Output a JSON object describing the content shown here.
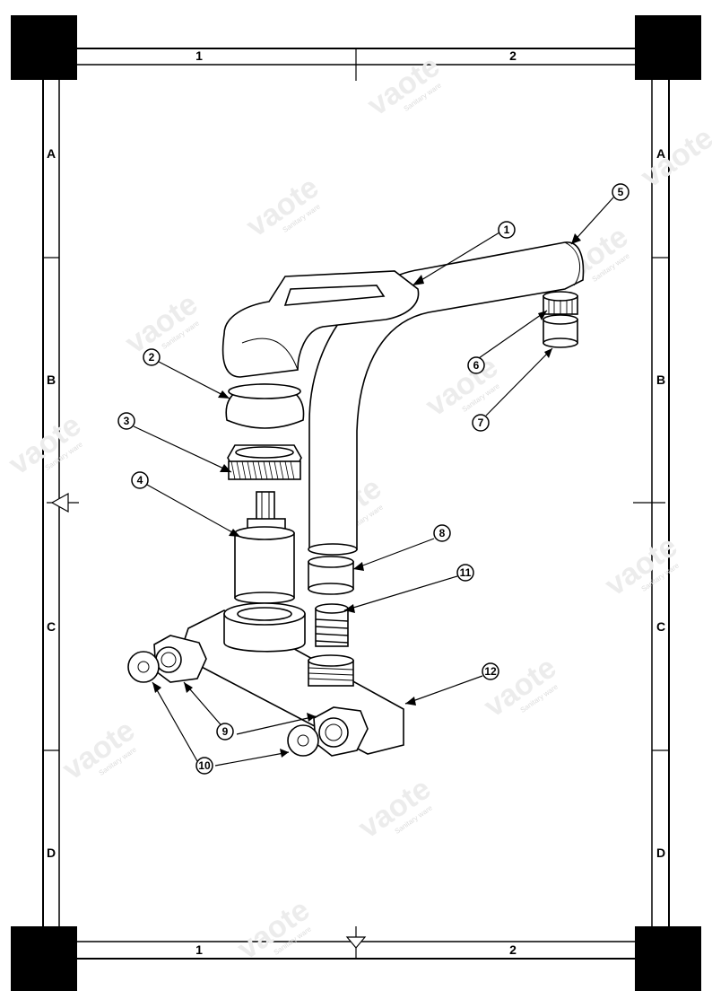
{
  "zones": {
    "columns": [
      "1",
      "2"
    ],
    "rows": [
      "A",
      "B",
      "C",
      "D"
    ]
  },
  "watermark": {
    "text": "vaote",
    "subtitle": "Sanitary ware",
    "accent": "#e85a8a"
  },
  "callouts": [
    {
      "id": "c1",
      "label": "1"
    },
    {
      "id": "c2",
      "label": "2"
    },
    {
      "id": "c3",
      "label": "3"
    },
    {
      "id": "c4",
      "label": "4"
    },
    {
      "id": "c5",
      "label": "5"
    },
    {
      "id": "c6",
      "label": "6"
    },
    {
      "id": "c7",
      "label": "7"
    },
    {
      "id": "c8",
      "label": "8"
    },
    {
      "id": "c9",
      "label": "9"
    },
    {
      "id": "c10",
      "label": "10"
    },
    {
      "id": "c11",
      "label": "11"
    },
    {
      "id": "c12",
      "label": "12"
    }
  ]
}
